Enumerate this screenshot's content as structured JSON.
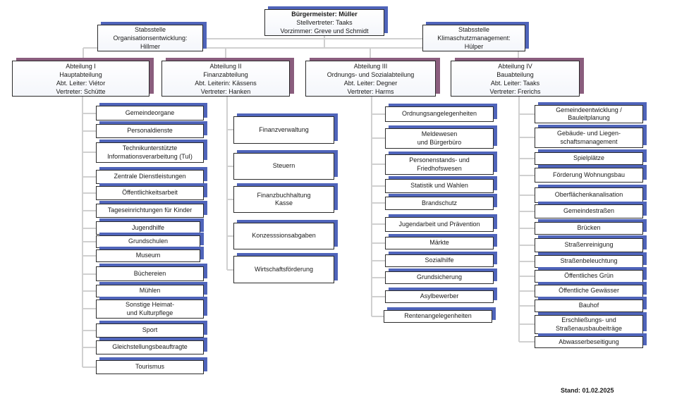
{
  "mayor": {
    "title": "Bürgermeister: Müller",
    "deputy": "Stellvertreter:  Taaks",
    "office": "Vorzimmer:  Greve  und Schmidt"
  },
  "staff_left": {
    "line1": "Stabsstelle",
    "line2": "Organisationsentwicklung:",
    "line3": "Hillmer"
  },
  "staff_right": {
    "line1": "Stabsstelle",
    "line2": "Klimaschutzmanagement:",
    "line3": "Hülper"
  },
  "departments": [
    {
      "title": "Abteilung I",
      "name": "Hauptabteilung",
      "head": "Abt. Leiter:  Viétor",
      "deputy": "Vertreter:  Schütte",
      "units": [
        "Gemeindeorgane",
        "Personaldienste",
        "Technikunterstützte\nInformationsverarbeitung  (TuI)",
        "Zentrale  Dienstleistungen",
        "Öffentlichkeitsarbeit",
        "Tageseinrichtungen  für Kinder",
        "Jugendhilfe",
        "Grundschulen",
        "Museum",
        "Büchereien",
        "Mühlen",
        "Sonstige  Heimat-\nund Kulturpflege",
        "Sport",
        "Gleichstellungsbeauftragte",
        "Tourismus"
      ]
    },
    {
      "title": "Abteilung II",
      "name": "Finanzabteilung",
      "head": "Abt. Leiterin:  Kässens",
      "deputy": "Vertreter:  Hanken",
      "units": [
        "Finanzverwaltung",
        "Steuern",
        "Finanzbuchhaltung\nKasse",
        "Konzesssionsabgaben",
        "Wirtschaftsförderung"
      ]
    },
    {
      "title": "Abteilung III",
      "name": "Ordnungs-  und Sozialabteilung",
      "head": "Abt. Leiter:  Degner",
      "deputy": "Vertreter:  Harms",
      "units": [
        "Ordnungsangelegenheiten",
        "Meldewesen\nund Bürgerbüro",
        "Personenstands-  und\nFriedhofswesen",
        "Statistik und Wahlen",
        "Brandschutz",
        "Jugendarbeit  und Prävention",
        "Märkte",
        "Sozialhilfe",
        "Grundsicherung",
        "Asylbewerber",
        "Rentenangelegenheiten"
      ]
    },
    {
      "title": "Abteilung IV",
      "name": "Bauabteilung",
      "head": "Abt. Leiter:  Taaks",
      "deputy": "Vertreter:  Frerichs",
      "units": [
        "Gemeindeentwicklung  /\nBauleitplanung",
        "Gebäude-  und Liegen-\nschaftsmanagement",
        "Spielplätze",
        "Förderung  Wohnungsbau",
        "Oberflächenkanalisation",
        "Gemeindestraßen",
        "Brücken",
        "Straßenreinigung",
        "Straßenbeleuchtung",
        "Öffentliches Grün",
        "Öffentliche Gewässer",
        "Bauhof",
        "Erschließungs-  und\nStraßenausbaubeiträge",
        "Abwasserbeseitigung"
      ]
    }
  ],
  "footer": {
    "stand": "Stand: 01.02.2025"
  },
  "colors": {
    "line": "#d0d0d0",
    "border": "#2b2b2b",
    "shadow_blue": "#4f64ba",
    "shadow_mauve": "#8a5d7d"
  }
}
